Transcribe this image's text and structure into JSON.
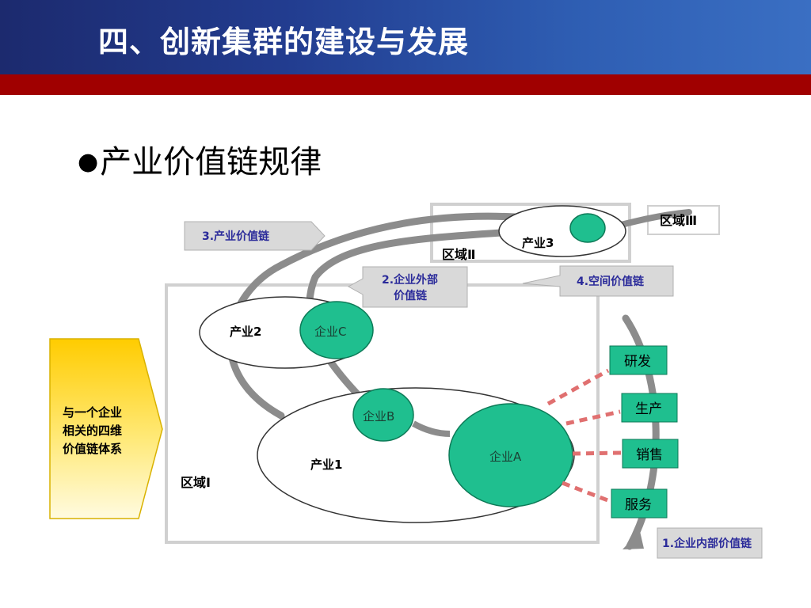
{
  "header": {
    "title": "四、创新集群的建设与发展",
    "bg_color": "#223c8f",
    "stripe_color": "#a00000"
  },
  "subtitle": {
    "bullet": "●",
    "text": "产业价值链规律"
  },
  "diagram": {
    "callout": {
      "lines": [
        "与一个企业",
        "相关的四维",
        "价值链体系"
      ]
    },
    "regions": {
      "region1": "区域Ⅰ",
      "region2": "区域Ⅱ",
      "region3": "区域Ⅲ"
    },
    "industries": {
      "industry1": "产业1",
      "industry2": "产业2",
      "industry3": "产业3"
    },
    "enterprises": {
      "a": "企业A",
      "b": "企业B",
      "c": "企业C"
    },
    "functions": [
      "研发",
      "生产",
      "销售",
      "服务"
    ],
    "chains": {
      "chain1": "1.企业内部价值链",
      "chain2_line1": "2.企业外部",
      "chain2_line2": "价值链",
      "chain3": "3.产业价值链",
      "chain4": "4.空间价值链"
    },
    "colors": {
      "enterprise_fill": "#1fbf8f",
      "enterprise_stroke": "#0d7a57",
      "function_fill": "#1fbf8f",
      "label_box_fill": "#d9d9d9",
      "label_text": "#2b2b9a",
      "chain_stroke": "#8c8c8c",
      "dashed_link": "#e07070",
      "callout_fill": "#ffd92a"
    }
  }
}
